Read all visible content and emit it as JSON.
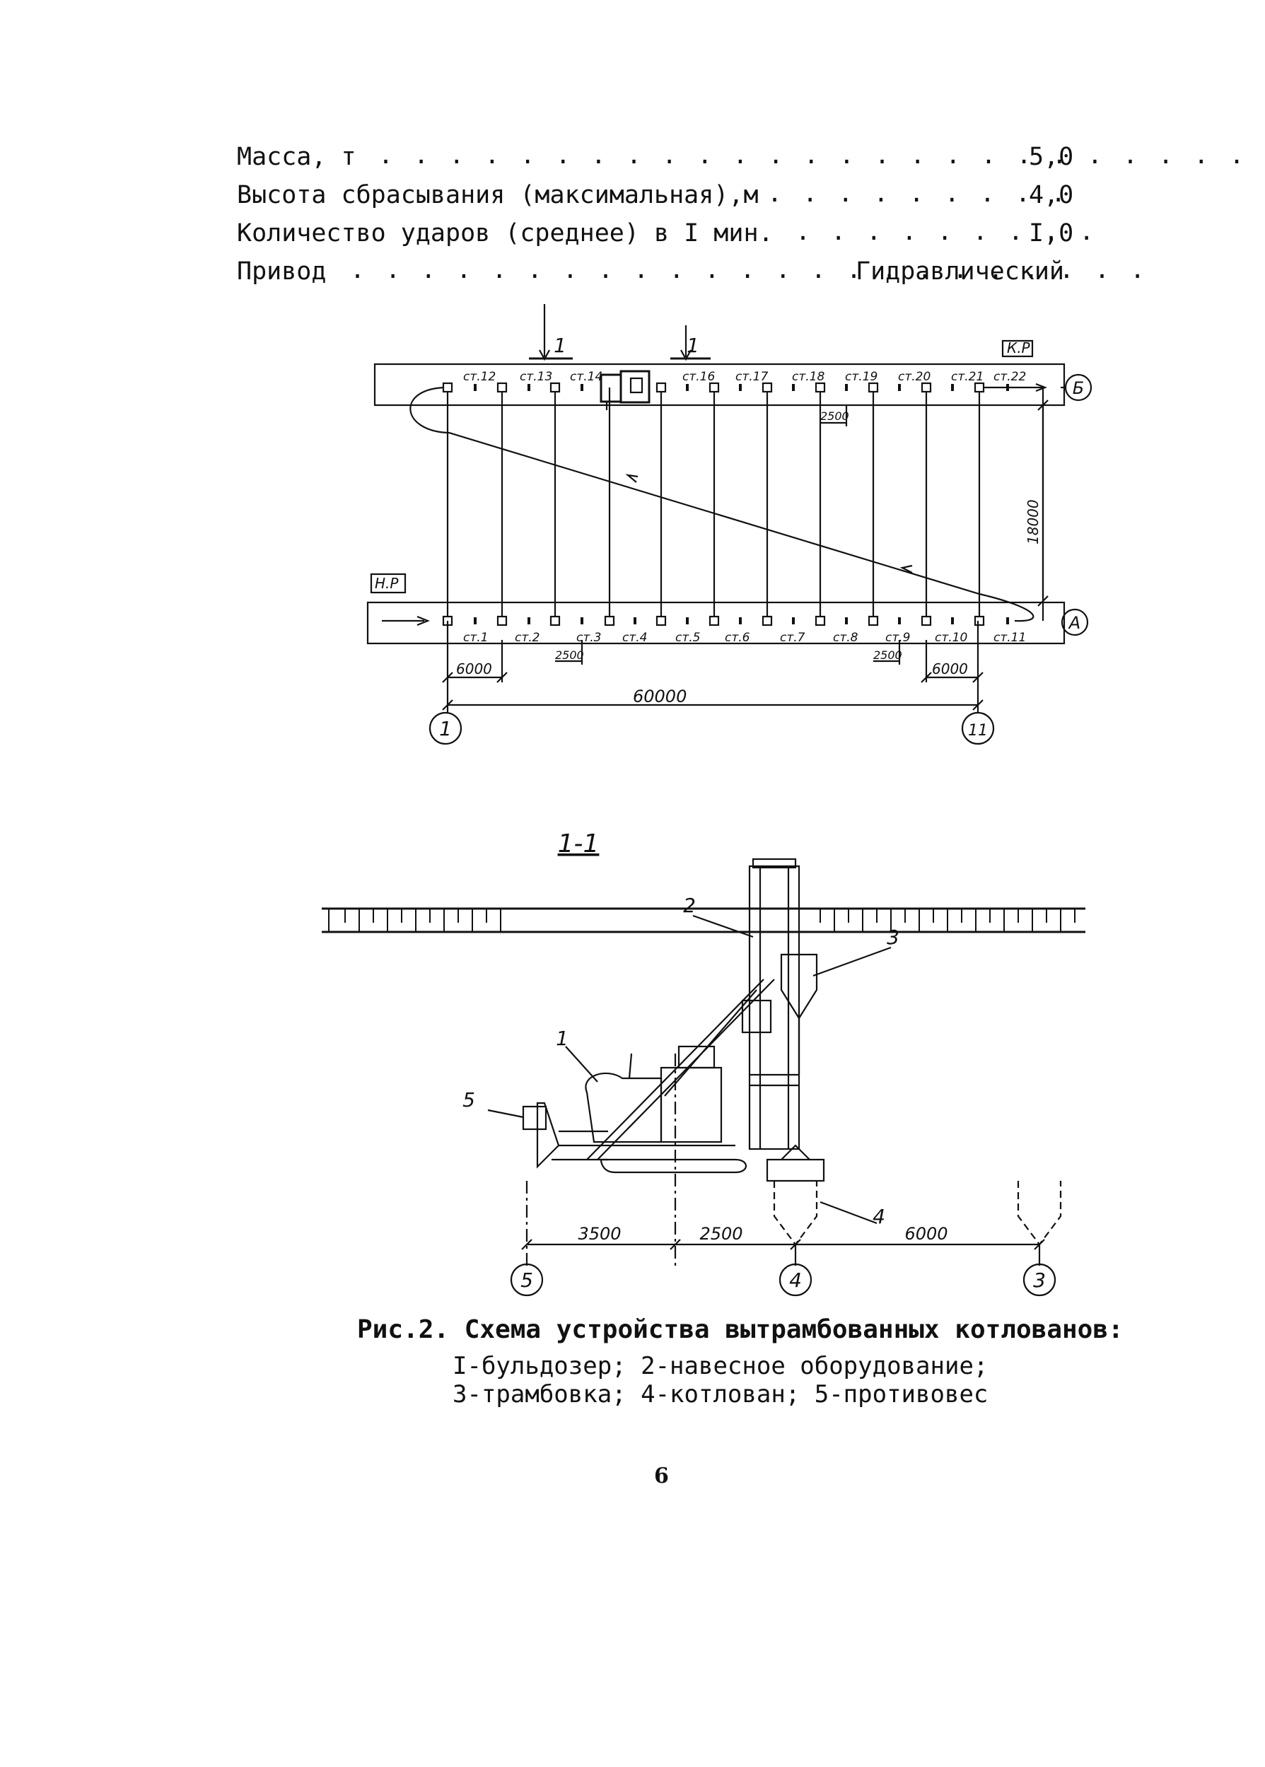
{
  "specs": [
    {
      "label": "Масса, т",
      "value": "5,0"
    },
    {
      "label": "Высота сбрасывания (максимальная),м",
      "value": "4,0"
    },
    {
      "label": "Количество ударов (среднее) в I мин.",
      "value": "I,0"
    },
    {
      "label": "Привод",
      "value": "Гидравлический"
    }
  ],
  "plan": {
    "top_row_label": "К.Р",
    "bottom_row_label": "Н.Р",
    "axis_top": "Б",
    "axis_bottom": "А",
    "axis_left": "1",
    "axis_right": "11",
    "section_mark": "1",
    "top_stations": [
      "ст.12",
      "ст.13",
      "ст.14",
      "ст.16",
      "ст.17",
      "ст.18",
      "ст.19",
      "ст.20",
      "ст.21",
      "ст.22"
    ],
    "bottom_stations": [
      "ст.1",
      "ст.2",
      "ст.3",
      "ст.4",
      "ст.5",
      "ст.6",
      "ст.7",
      "ст.8",
      "ст.9",
      "ст.10",
      "ст.11"
    ],
    "dim_span": "60000",
    "dim_height": "18000",
    "dim_left_step": "6000",
    "dim_right_step": "6000",
    "dim_offset_top": "2500",
    "dim_offset_b1": "2500",
    "dim_offset_b2": "2500"
  },
  "section": {
    "title": "1-1",
    "callouts": [
      "1",
      "2",
      "3",
      "4",
      "5"
    ],
    "dims": [
      "3500",
      "2500",
      "6000"
    ],
    "axes": [
      "5",
      "4",
      "3"
    ]
  },
  "caption": {
    "title": "Рис.2. Схема устройства вытрамбованных котлованов:",
    "line1": "I-бульдозер; 2-навесное оборудование;",
    "line2": "3-трамбовка; 4-котлован; 5-противовес"
  },
  "page_number": "6"
}
